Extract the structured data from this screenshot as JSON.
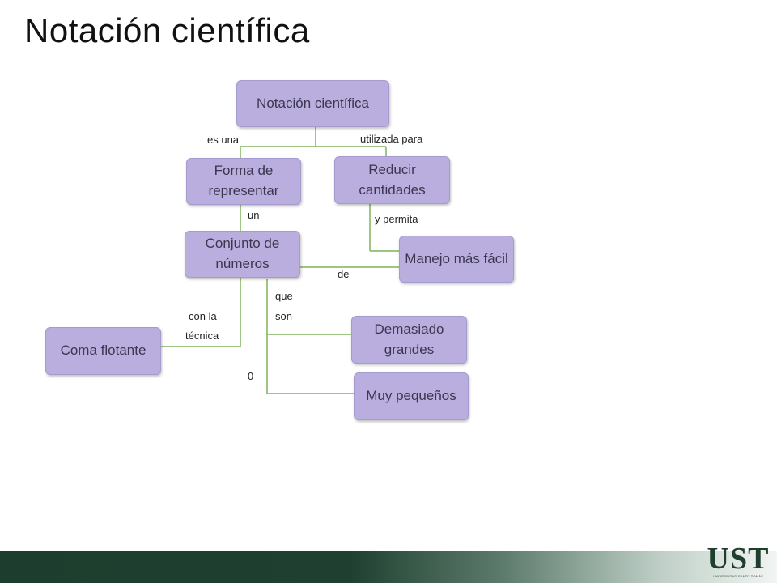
{
  "title": "Notación científica",
  "nodes": {
    "root": "Notación científica",
    "forma": "Forma de representar",
    "reducir": "Reducir cantidades",
    "conjunto": "Conjunto de números",
    "manejo": "Manejo más fácil",
    "coma": "Coma flotante",
    "demasiado": "Demasiado grandes",
    "muy": "Muy pequeños"
  },
  "links": {
    "es_una": "es una",
    "utilizada_para": "utilizada para",
    "un": "un",
    "y_permita": "y permita",
    "de": "de",
    "que": "que",
    "son": "son",
    "con_la": "con la",
    "tecnica": "técnica",
    "o": "0"
  },
  "logo": {
    "mark": "UST",
    "subtitle": "UNIVERSIDAD SANTO TOMÁS"
  },
  "colors": {
    "node_fill": "#b9aedd",
    "connector": "#7fb25a",
    "footer": "#1d3d2e"
  }
}
